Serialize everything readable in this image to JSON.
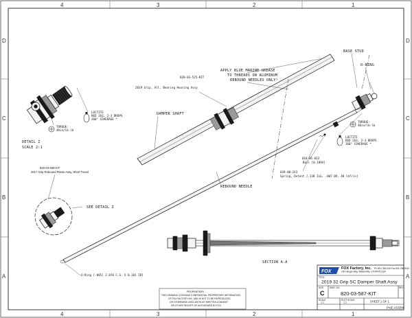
{
  "border": {
    "columns_top": [
      "4",
      "3",
      "2",
      "1"
    ],
    "columns_bottom": [
      "4",
      "3",
      "2",
      "1"
    ],
    "rows_left": [
      "D",
      "C",
      "B",
      "A"
    ],
    "rows_right": [
      "D",
      "C",
      "B",
      "A"
    ]
  },
  "detail": {
    "title": "DETAIL Z",
    "scale": "SCALE 2:1"
  },
  "labels": {
    "kit525_pn": "820-03-525-KIT",
    "kit525_desc": "2019 Grip, All, Bearing Housing Assy",
    "grease_line1": "APPLY BLUE MARINE GREASE",
    "grease_line2": "TO THREADS ON ALUMINUM",
    "grease_line3": "REBOUND NEEDLES ONLY!",
    "damper_shaft": "DAMPER SHAFT",
    "base_stud": "BASE STUD",
    "oring_right": "O-RING",
    "ball_pn": "010-01-012",
    "ball_desc": "Ball [0.1094]",
    "spring_pn": "039-00-243",
    "spring_desc": "Spring, Detent [.138 ILG, .007 OD, 48 lbf/in]",
    "piston_pn": "820-03-458-KIT",
    "piston_desc": "2017 Grip Rebound Piston Assy, Short Travel",
    "see_detail": "SEE DETAIL Z",
    "rebound_needle": "REBOUND NEEDLE",
    "section": "SECTION A-A",
    "oring_bottom": "O-Ring [-005] 2.070 C.S. X 0.101 ID]",
    "loctite_left_1": "LOCTITE",
    "loctite_left_2": "RED 263, 2-3 DROPS",
    "loctite_left_3": "360° COVERAGE *",
    "torque_left_1": "TORQUE:",
    "torque_left_2": "40in/lb-lb",
    "torque_right_1": "TORQUE:",
    "torque_right_2": "40in/lb-lb",
    "loctite_right_1": "LOCTITE",
    "loctite_right_2": "RED 263, 2-3 DROPS",
    "loctite_right_3": "360° COVERAGE *"
  },
  "title_block": {
    "company": "FOX Factory, Inc.",
    "address": "130 Hangar Way, Watsonville, CA 95076 USA",
    "phone": "Ph 831-768-1100  Fax 831-768-9312",
    "title_label": "TITLE",
    "title": "2019 32 Grip SC Damper Shaft Assy",
    "size_label": "SIZE",
    "size": "C",
    "dwg_label": "DWG. NO.",
    "drawing_number": "820-03-587-KIT",
    "rev_label": "REV",
    "scale_label": "SCALE",
    "scale": "1:1",
    "plot_label": "PLOT SCALE",
    "plot_scale": "1:1",
    "sheet": "SHEET 1 OF 1",
    "prog": "ProE ASSEM",
    "proprietary_1": "PROPRIETARY",
    "proprietary_2": "THIS DRAWING CONTAINS CONFIDENTIAL PROPRIETARY INFORMATION",
    "proprietary_3": "OF FOX FACTORY INC. AND IS NOT TO BE REPRODUCED",
    "proprietary_4": "OR OTHERWISE USED WITHOUT WRITTEN CONSENT",
    "proprietary_5": "OR OTHER RECEIPT OF AUTHORIZED BY FOX"
  },
  "colors": {
    "logo_blue": "#1f4fa8",
    "line": "#222222"
  }
}
